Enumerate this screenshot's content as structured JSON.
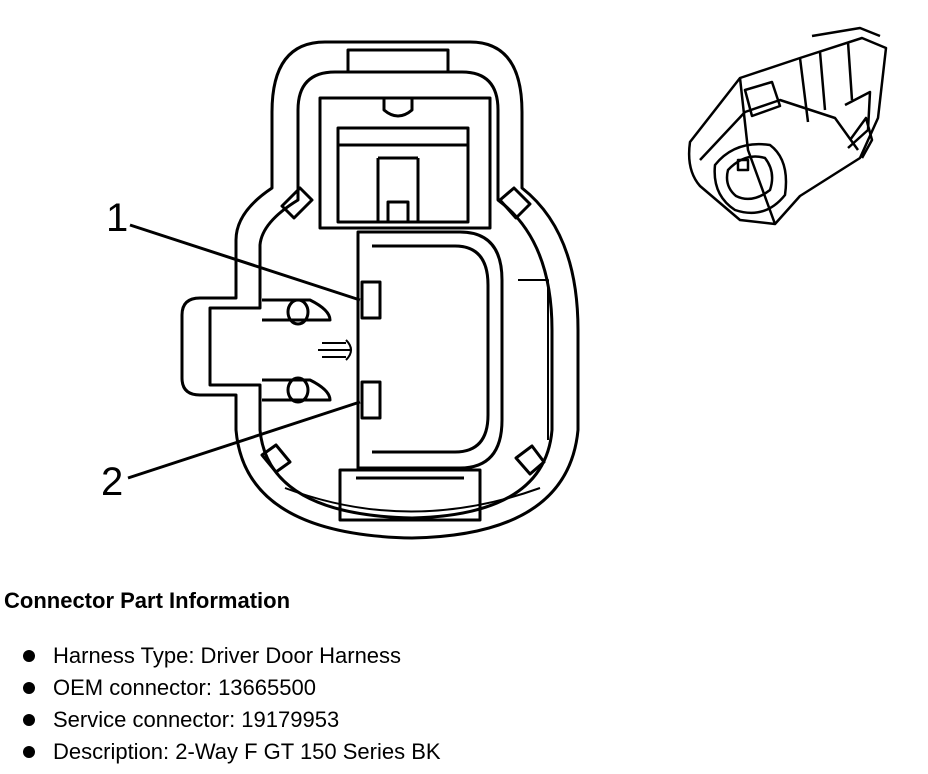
{
  "pins": [
    {
      "label": "1"
    },
    {
      "label": "2"
    }
  ],
  "info": {
    "title": "Connector Part Information",
    "items": [
      "Harness Type: Driver Door Harness",
      "OEM connector: 13665500",
      "Service connector: 19179953",
      "Description: 2-Way F GT 150 Series BK"
    ]
  }
}
